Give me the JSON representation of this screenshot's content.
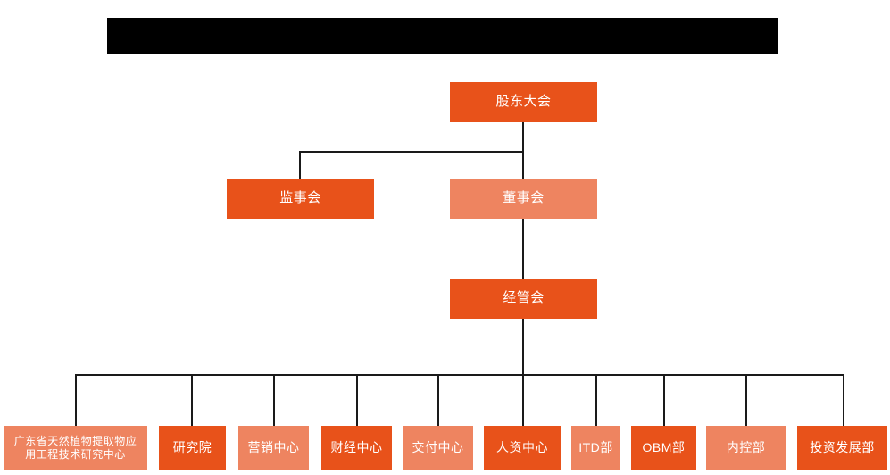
{
  "page": {
    "title_banner": "",
    "background": "#ffffff",
    "line_color": "#1a1a1a"
  },
  "colors": {
    "dark_orange": "#E8521A",
    "light_orange": "#EE8460",
    "text": "#ffffff",
    "banner": "#000000"
  },
  "chart_data": {
    "type": "diagram",
    "diagram_kind": "organization-chart",
    "title": "",
    "levels": [
      {
        "level": 1,
        "nodes": [
          {
            "id": "shareholders",
            "label": "股东大会",
            "fill": "#E8521A"
          }
        ]
      },
      {
        "level": 2,
        "nodes": [
          {
            "id": "supervisors",
            "label": "监事会",
            "fill": "#E8521A"
          },
          {
            "id": "directors",
            "label": "董事会",
            "fill": "#EE8460"
          }
        ]
      },
      {
        "level": 3,
        "nodes": [
          {
            "id": "mgmt-committee",
            "label": "经管会",
            "fill": "#E8521A"
          }
        ]
      },
      {
        "level": 4,
        "nodes": [
          {
            "id": "gd-research-center",
            "label": "广东省天然植物提取物应\n用工程技术研究中心",
            "fill": "#EE8460"
          },
          {
            "id": "research-institute",
            "label": "研究院",
            "fill": "#E8521A"
          },
          {
            "id": "marketing-center",
            "label": "营销中心",
            "fill": "#EE8460"
          },
          {
            "id": "finance-center",
            "label": "财经中心",
            "fill": "#E8521A"
          },
          {
            "id": "delivery-center",
            "label": "交付中心",
            "fill": "#EE8460"
          },
          {
            "id": "hr-center",
            "label": "人资中心",
            "fill": "#E8521A"
          },
          {
            "id": "itd-dept",
            "label": "ITD部",
            "fill": "#EE8460"
          },
          {
            "id": "obm-dept",
            "label": "OBM部",
            "fill": "#E8521A"
          },
          {
            "id": "internal-control-dept",
            "label": "内控部",
            "fill": "#EE8460"
          },
          {
            "id": "investment-dev-dept",
            "label": "投资发展部",
            "fill": "#E8521A"
          }
        ]
      }
    ],
    "edges": [
      {
        "from": "shareholders",
        "to": "supervisors"
      },
      {
        "from": "shareholders",
        "to": "directors"
      },
      {
        "from": "directors",
        "to": "mgmt-committee"
      },
      {
        "from": "mgmt-committee",
        "to": "gd-research-center"
      },
      {
        "from": "mgmt-committee",
        "to": "research-institute"
      },
      {
        "from": "mgmt-committee",
        "to": "marketing-center"
      },
      {
        "from": "mgmt-committee",
        "to": "finance-center"
      },
      {
        "from": "mgmt-committee",
        "to": "delivery-center"
      },
      {
        "from": "mgmt-committee",
        "to": "hr-center"
      },
      {
        "from": "mgmt-committee",
        "to": "itd-dept"
      },
      {
        "from": "mgmt-committee",
        "to": "obm-dept"
      },
      {
        "from": "mgmt-committee",
        "to": "internal-control-dept"
      },
      {
        "from": "mgmt-committee",
        "to": "investment-dev-dept"
      }
    ]
  }
}
